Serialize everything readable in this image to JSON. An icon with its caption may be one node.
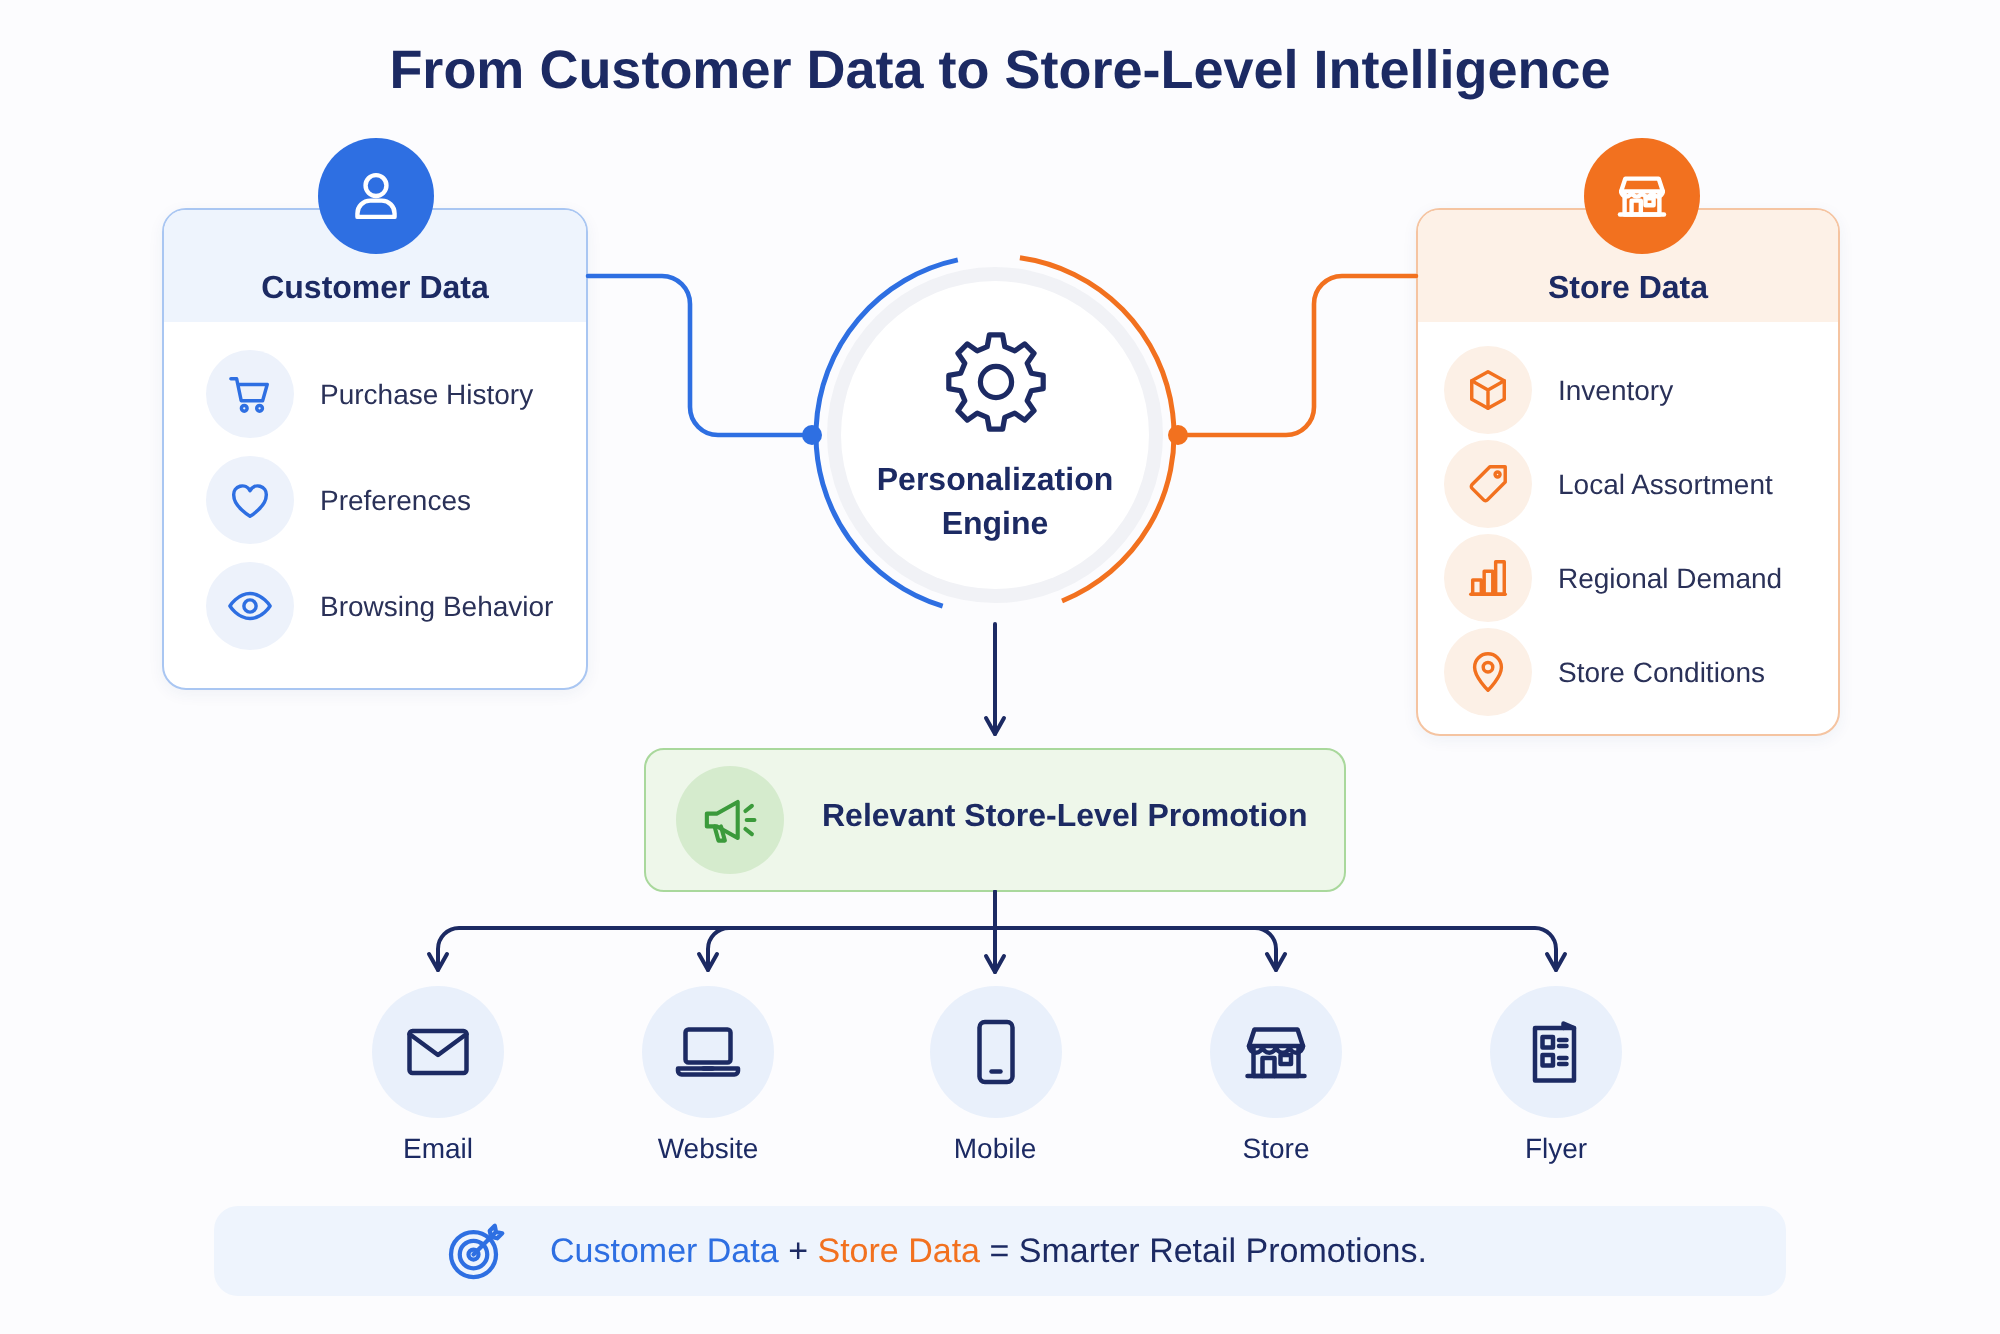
{
  "diagram": {
    "title": "From Customer Data to Store-Level Intelligence",
    "nodes": [
      {
        "text": [
          "Customer Data",
          "Purchase History",
          "Preferences",
          "Browsing Behavior"
        ]
      },
      {
        "text": [
          "Personalization Engine"
        ]
      },
      {
        "text": [
          "Store Data",
          "Inventory",
          "Local Assortment",
          "Regional Demand",
          "Store Conditions"
        ]
      },
      {
        "text": [
          "Relevant Store-Level Promotion"
        ]
      },
      {
        "text": [
          "Email"
        ]
      },
      {
        "text": [
          "Website"
        ]
      },
      {
        "text": [
          "Mobile"
        ]
      },
      {
        "text": [
          "Store"
        ]
      },
      {
        "text": [
          "Flyer"
        ]
      },
      {
        "text": [
          "Customer Data",
          "+",
          "Store Data",
          "= Smarter Retail Promotions."
        ]
      }
    ],
    "edges": [
      {
        "from": 0,
        "to": 1,
        "arrow": "other",
        "color": "#2e6fe2"
      },
      {
        "from": 2,
        "to": 1,
        "arrow": "other",
        "color": "#f2711f"
      },
      {
        "from": 1,
        "to": 3,
        "arrow": "to"
      },
      {
        "from": 3,
        "to": 4,
        "arrow": "to"
      },
      {
        "from": 3,
        "to": 5,
        "arrow": "to"
      },
      {
        "from": 3,
        "to": 6,
        "arrow": "to"
      },
      {
        "from": 3,
        "to": 7,
        "arrow": "to"
      },
      {
        "from": 3,
        "to": 8,
        "arrow": "to"
      }
    ]
  }
}
